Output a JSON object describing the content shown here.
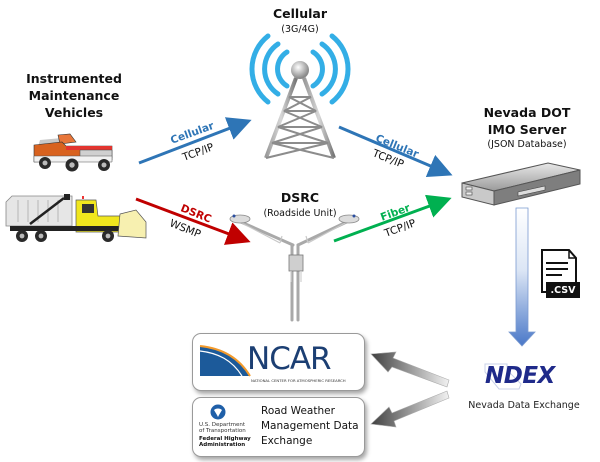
{
  "nodes": {
    "vehicles": {
      "title_lines": [
        "Instrumented",
        "Maintenance",
        "Vehicles"
      ]
    },
    "cellular": {
      "title": "Cellular",
      "subtitle": "(3G/4G)"
    },
    "dsrc": {
      "title": "DSRC",
      "subtitle": "(Roadside Unit)"
    },
    "server": {
      "title_lines": [
        "Nevada DOT",
        "IMO Server"
      ],
      "subtitle": "(JSON Database)"
    },
    "csv": {
      "label": ".CSV"
    },
    "ndex": {
      "logo_text": "NDEX",
      "caption": "Nevada Data Exchange"
    },
    "ncar": {
      "logo_text": "NCAR",
      "tagline": "NATIONAL CENTER FOR ATMOSPHERIC RESEARCH"
    },
    "rwmde": {
      "agency_lines": [
        "U.S. Department",
        "of Transportation"
      ],
      "fhwa_lines": [
        "Federal Highway",
        "Administration"
      ],
      "title_lines": [
        "Road Weather",
        "Management Data",
        "Exchange"
      ]
    }
  },
  "connections": [
    {
      "id": "vehicle-to-cellular",
      "medium": "Cellular",
      "protocol": "TCP/IP",
      "color": "#2e75b6"
    },
    {
      "id": "cellular-to-server",
      "medium": "Cellular",
      "protocol": "TCP/IP",
      "color": "#2e75b6"
    },
    {
      "id": "plow-to-dsrc",
      "medium": "DSRC",
      "protocol": "WSMP",
      "color": "#c00000"
    },
    {
      "id": "dsrc-to-server",
      "medium": "Fiber",
      "protocol": "TCP/IP",
      "color": "#00b050"
    }
  ],
  "colors": {
    "cellular_blue": "#2e75b6",
    "dsrc_red": "#c00000",
    "fiber_green": "#00b050",
    "ndex_navy": "#1f2a8a",
    "ncar_navy": "#1c3f73"
  }
}
